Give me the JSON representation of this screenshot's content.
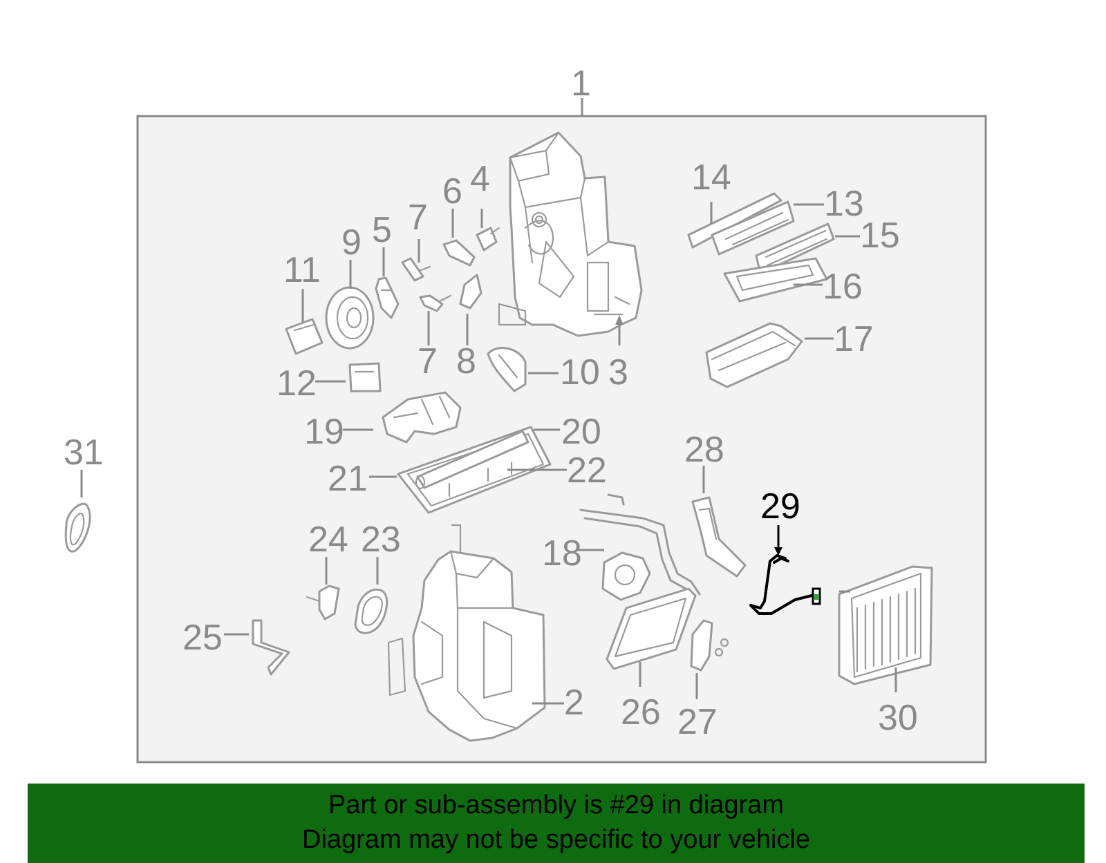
{
  "diagram": {
    "colors": {
      "frame_fill": "#f3f3f3",
      "part_stroke": "#9a9a9a",
      "highlight": "#000000",
      "banner_bg": "#0f6b0f"
    },
    "callouts": {
      "c1": "1",
      "c2": "2",
      "c3": "3",
      "c4": "4",
      "c5": "5",
      "c6": "6",
      "c7a": "7",
      "c7b": "7",
      "c8": "8",
      "c9": "9",
      "c10": "10",
      "c11": "11",
      "c12": "12",
      "c13": "13",
      "c14": "14",
      "c15": "15",
      "c16": "16",
      "c17": "17",
      "c18": "18",
      "c19": "19",
      "c20": "20",
      "c21": "21",
      "c22": "22",
      "c23": "23",
      "c24": "24",
      "c25": "25",
      "c26": "26",
      "c27": "27",
      "c28": "28",
      "c29": "29",
      "c30": "30",
      "c31": "31"
    },
    "highlighted_part": "29"
  },
  "banner": {
    "line1": "Part or sub-assembly is #29 in diagram",
    "line2": "Diagram may not be specific to your vehicle"
  }
}
